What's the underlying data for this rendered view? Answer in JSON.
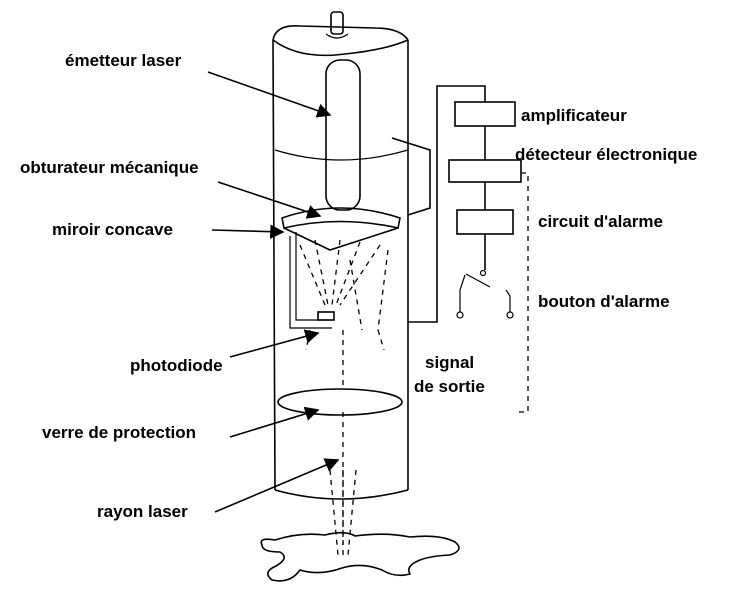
{
  "labels": {
    "emitter": "émetteur laser",
    "shutter": "obturateur mécanique",
    "mirror": "miroir concave",
    "photodiode": "photodiode",
    "glass": "verre de protection",
    "beam": "rayon laser",
    "amplifier": "amplificateur",
    "detector": "détecteur électronique",
    "alarm_circuit": "circuit d'alarme",
    "alarm_button": "bouton d'alarme",
    "signal_line1": "signal",
    "signal_line2": "de sortie"
  }
}
